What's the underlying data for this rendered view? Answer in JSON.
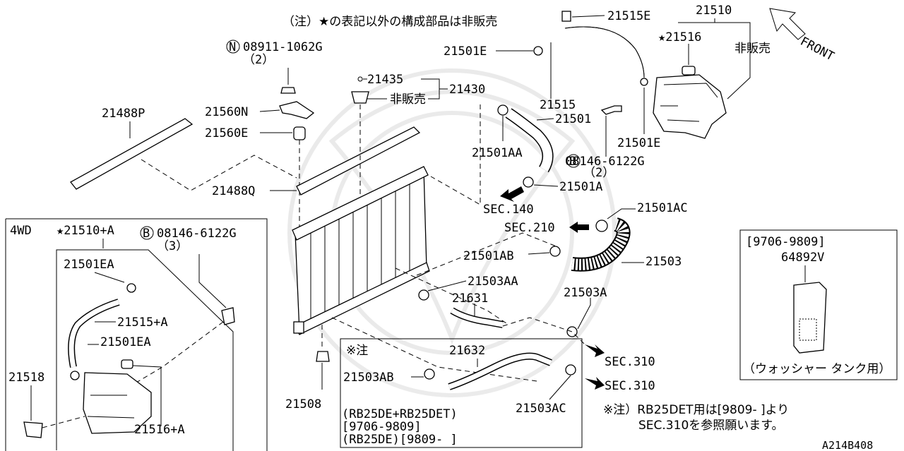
{
  "header_note": "（注）★の表記以外の構成部品は非販売",
  "front_label": "FRONT",
  "watermark_code": "A214B408",
  "labels": {
    "p21515E": "21515E",
    "p21510": "21510",
    "p21516": "★21516",
    "not_sold_right": "非販売",
    "p21501E_top": "21501E",
    "p08911": "08911-1062G",
    "p08911_qty": "（2）",
    "p21435": "21435",
    "p21430": "21430",
    "not_sold_cap": "非販売",
    "p21515": "21515",
    "p21501": "21501",
    "p21488P": "21488P",
    "p21560N": "21560N",
    "p21560E": "21560E",
    "p21501E_bottom": "21501E",
    "p21501AA": "21501AA",
    "p08146_top": "08146-6122G",
    "p08146_top_qty": "（2）",
    "p21501A": "21501A",
    "p21488Q": "21488Q",
    "sec140": "SEC.140",
    "p21501AC": "21501AC",
    "sec210": "SEC.210",
    "p21501AB": "21501AB",
    "p21503": "21503",
    "p21503AA": "21503AA",
    "p21631": "21631",
    "p21503A": "21503A",
    "sec310_a": "SEC.310",
    "sec310_b": "SEC.310",
    "p21508": "21508"
  },
  "wd4_box": {
    "title": "4WD",
    "p21510A": "★21510+A",
    "p08146": "08146-6122G",
    "p08146_qty": "（3）",
    "p21501EA_1": "21501EA",
    "p21515A": "21515+A",
    "p21501EA_2": "21501EA",
    "p21518": "21518",
    "p21516A": "21516+A"
  },
  "note_box": {
    "mark": "※注",
    "p21632": "21632",
    "p21503AB": "21503AB",
    "p21503AC": "21503AC",
    "line1": "(RB25DE+RB25DET)",
    "line2": "[9706-9809]",
    "line3": "(RB25DE)[9809-     ]"
  },
  "footnote": {
    "line1": "※注）RB25DET用は[9809-      ]より",
    "line2": "SEC.310を参照願います。"
  },
  "washer_box": {
    "period": "[9706-9809]",
    "part": "64892V",
    "caption": "（ウォッシャー タンク用）"
  }
}
